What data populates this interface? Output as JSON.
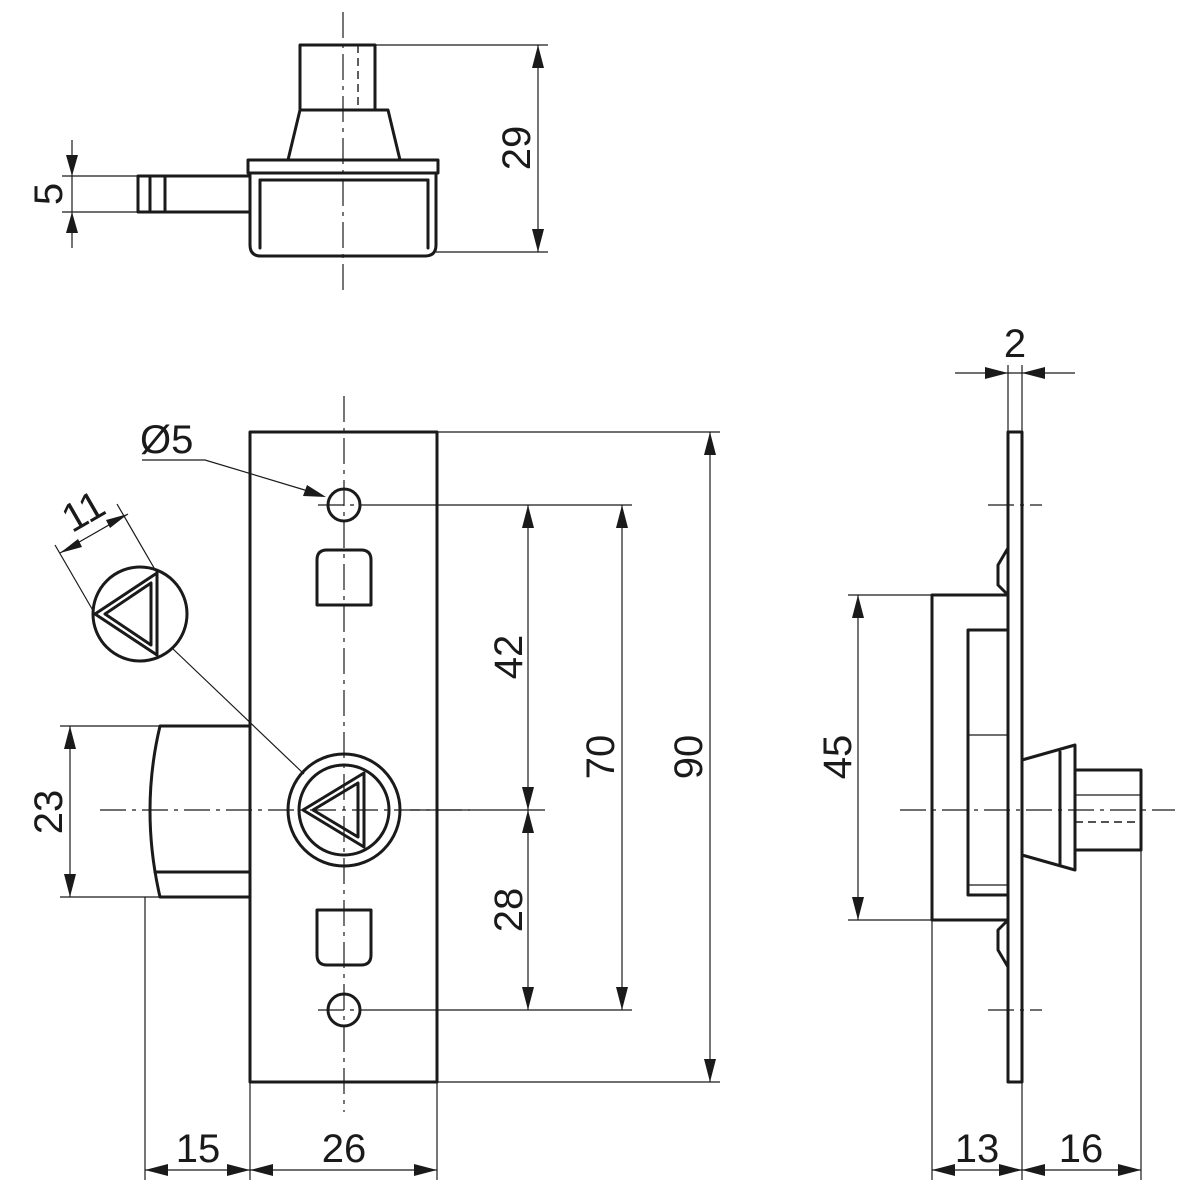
{
  "dimensions": {
    "bolt_thickness": "5",
    "top_view_height": "29",
    "flange_thickness": "2",
    "hole_diameter": "Ø5",
    "key_size": "11",
    "hole_to_spindle": "42",
    "hole_spacing": "70",
    "plate_height": "90",
    "spindle_to_hole": "28",
    "bolt_height": "23",
    "case_height": "45",
    "bolt_projection": "15",
    "plate_width": "26",
    "case_depth": "13",
    "spindle_length": "16"
  }
}
